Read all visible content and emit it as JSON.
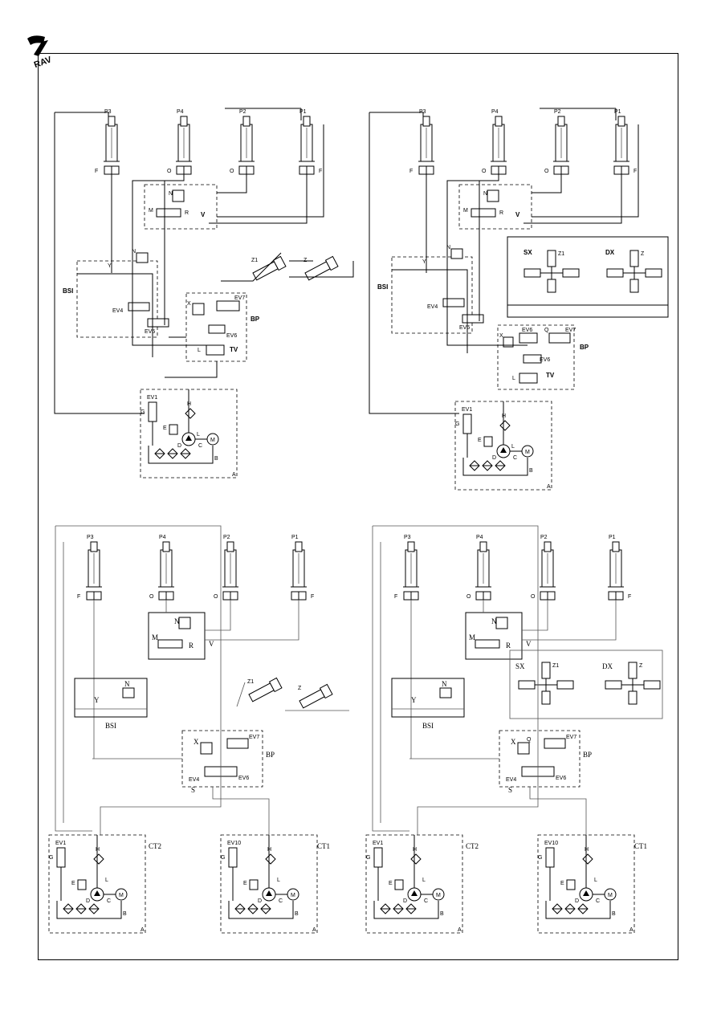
{
  "logo": {
    "icon": "brand-logo-icon",
    "text": "RAV"
  },
  "diagrams": [
    {
      "cylinders": [
        "P3",
        "P4",
        "P2",
        "P1"
      ],
      "valve_letters": [
        "F",
        "O",
        "O",
        "F"
      ],
      "labels": {
        "bsi": "BSI",
        "bp": "BP",
        "v": "V",
        "y": "Y",
        "n": "N",
        "m": "M",
        "r": "R",
        "ev4": "EV4",
        "ev5": "EV5",
        "ev6": "EV6",
        "ev7": "EV7",
        "x": "X",
        "l": "L",
        "tv": "TV",
        "z1": "Z1",
        "z": "Z",
        "ev1": "EV1",
        "g": "G",
        "h": "H",
        "e": "E",
        "d": "D",
        "c": "C",
        "b": "B",
        "a": "A",
        "motor": "M",
        "lp": "L"
      }
    },
    {
      "cylinders": [
        "P3",
        "P4",
        "P2",
        "P1"
      ],
      "valve_letters": [
        "F",
        "O",
        "O",
        "F"
      ],
      "labels": {
        "bsi": "BSI",
        "bp": "BP",
        "v": "V",
        "y": "Y",
        "n": "N",
        "m": "M",
        "r": "R",
        "ev4": "EV4",
        "ev5": "EV5",
        "ev6": "EV6",
        "ev7": "EV7",
        "q": "Q",
        "x": "X",
        "l": "L",
        "tv": "TV",
        "sx": "SX",
        "dx": "DX",
        "z1": "Z1",
        "z": "Z",
        "ev1": "EV1",
        "g": "G",
        "h": "H",
        "e": "E",
        "d": "D",
        "c": "C",
        "b": "B",
        "a": "A",
        "motor": "M",
        "lp": "L"
      }
    },
    {
      "cylinders": [
        "P3",
        "P4",
        "P2",
        "P1"
      ],
      "valve_letters": [
        "F",
        "O",
        "O",
        "F"
      ],
      "labels": {
        "bsi": "BSI",
        "bp": "BP",
        "v": "V",
        "y": "Y",
        "n": "N",
        "m": "M",
        "r": "R",
        "ev4": "EV4",
        "ev6": "EV6",
        "ev7": "EV7",
        "x": "X",
        "s": "S",
        "z1": "Z1",
        "z": "Z",
        "ct2": "CT2",
        "ct1": "CT1",
        "ev1": "EV1",
        "ev10": "EV10",
        "g": "G",
        "h": "H",
        "e": "E",
        "d": "D",
        "c": "C",
        "b": "B",
        "a": "A",
        "motor": "M",
        "lp": "L"
      }
    },
    {
      "cylinders": [
        "P3",
        "P4",
        "P2",
        "P1"
      ],
      "valve_letters": [
        "F",
        "O",
        "O",
        "F"
      ],
      "labels": {
        "bsi": "BSI",
        "bp": "BP",
        "v": "V",
        "y": "Y",
        "n": "N",
        "m": "M",
        "r": "R",
        "ev4": "EV4",
        "ev6": "EV6",
        "ev7": "EV7",
        "q": "Q",
        "x": "X",
        "s": "S",
        "sx": "SX",
        "dx": "DX",
        "z1": "Z1",
        "z": "Z",
        "ct2": "CT2",
        "ct1": "CT1",
        "ev1": "EV1",
        "ev10": "EV10",
        "g": "G",
        "h": "H",
        "e": "E",
        "d": "D",
        "c": "C",
        "b": "B",
        "a": "A",
        "motor": "M",
        "lp": "L"
      }
    }
  ]
}
